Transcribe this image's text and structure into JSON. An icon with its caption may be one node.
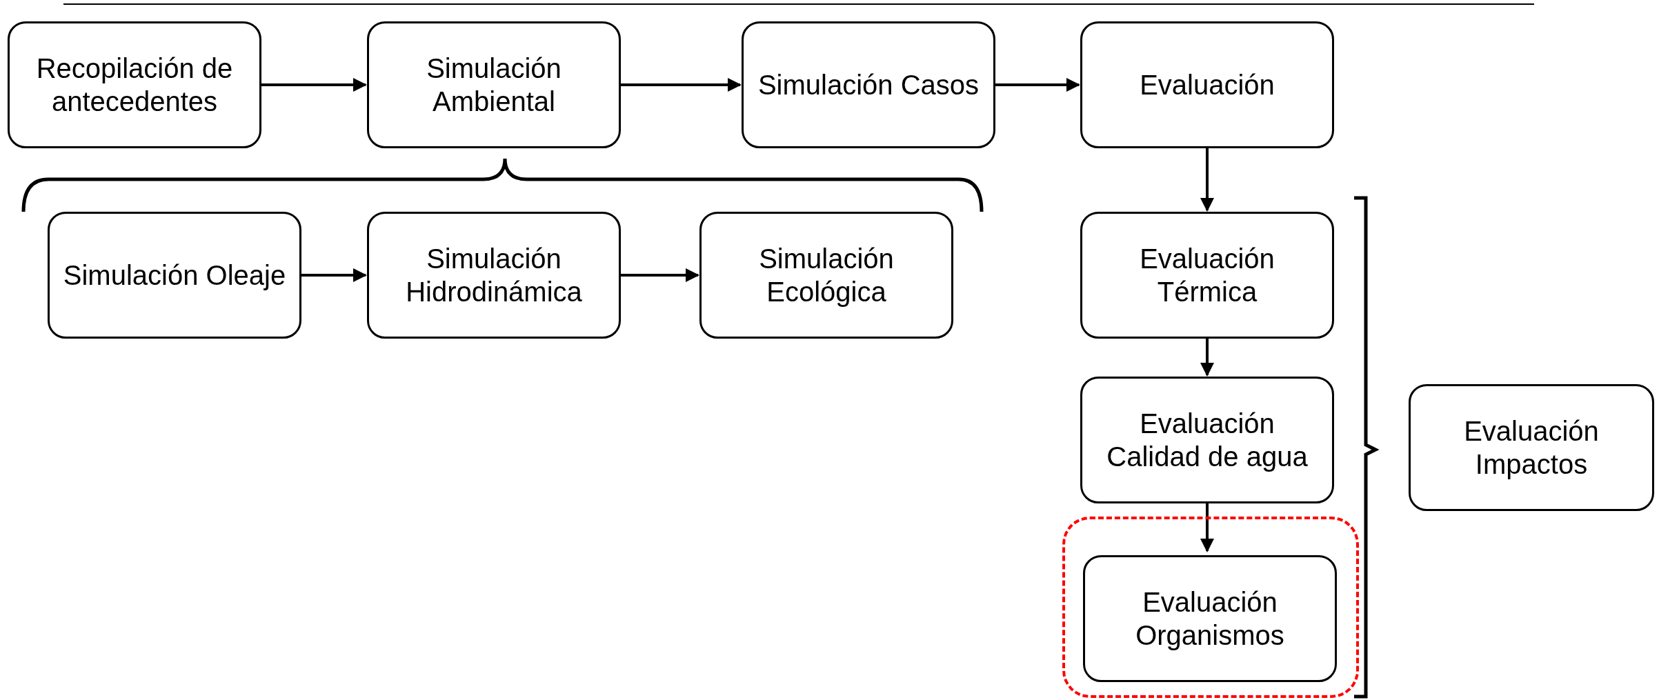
{
  "diagram": {
    "nodes": [
      {
        "text": [
          "Recopilación de antecedentes"
        ]
      },
      {
        "text": [
          "Simulación Ambiental"
        ]
      },
      {
        "text": [
          "Simulación Casos"
        ]
      },
      {
        "text": [
          "Evaluación"
        ]
      },
      {
        "text": [
          "Simulación Oleaje"
        ]
      },
      {
        "text": [
          "Simulación Hidrodinámica"
        ]
      },
      {
        "text": [
          "Simulación Ecológica"
        ]
      },
      {
        "text": [
          "Evaluación Térmica"
        ]
      },
      {
        "text": [
          "Evaluación Calidad de agua"
        ]
      },
      {
        "text": [],
        "shape": "box"
      },
      {
        "text": [
          "Evaluación Organismos"
        ],
        "in": 9
      },
      {
        "text": [
          "Evaluación Impactos"
        ]
      }
    ],
    "edges": [
      {
        "from": 0,
        "to": 1,
        "arrow": "to"
      },
      {
        "from": 1,
        "to": 2,
        "arrow": "to"
      },
      {
        "from": 2,
        "to": 3,
        "arrow": "to"
      },
      {
        "from": 4,
        "to": 5,
        "arrow": "to"
      },
      {
        "from": 5,
        "to": 6,
        "arrow": "to"
      },
      {
        "from": 3,
        "to": 7,
        "arrow": "to"
      },
      {
        "from": 7,
        "to": 8,
        "arrow": "to"
      },
      {
        "from": 8,
        "to": 10,
        "arrow": "to"
      }
    ]
  }
}
